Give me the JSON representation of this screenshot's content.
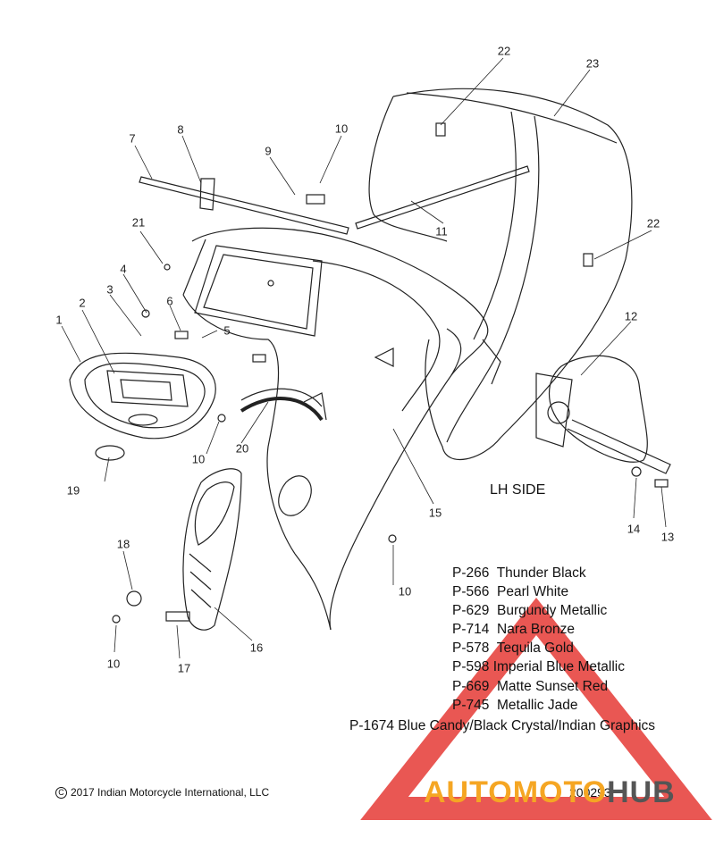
{
  "callouts": [
    {
      "n": "1",
      "name": "callout-1"
    },
    {
      "n": "2",
      "name": "callout-2"
    },
    {
      "n": "3",
      "name": "callout-3"
    },
    {
      "n": "4",
      "name": "callout-4"
    },
    {
      "n": "5",
      "name": "callout-5"
    },
    {
      "n": "6",
      "name": "callout-6"
    },
    {
      "n": "7",
      "name": "callout-7"
    },
    {
      "n": "8",
      "name": "callout-8"
    },
    {
      "n": "9",
      "name": "callout-9"
    },
    {
      "n": "10",
      "name": "callout-10-top"
    },
    {
      "n": "10",
      "name": "callout-10-left"
    },
    {
      "n": "10",
      "name": "callout-10-center"
    },
    {
      "n": "10",
      "name": "callout-10-bottom"
    },
    {
      "n": "11",
      "name": "callout-11"
    },
    {
      "n": "12",
      "name": "callout-12"
    },
    {
      "n": "13",
      "name": "callout-13"
    },
    {
      "n": "14",
      "name": "callout-14"
    },
    {
      "n": "15",
      "name": "callout-15"
    },
    {
      "n": "16",
      "name": "callout-16"
    },
    {
      "n": "17",
      "name": "callout-17"
    },
    {
      "n": "18",
      "name": "callout-18"
    },
    {
      "n": "19",
      "name": "callout-19"
    },
    {
      "n": "20",
      "name": "callout-20"
    },
    {
      "n": "21",
      "name": "callout-21"
    },
    {
      "n": "22",
      "name": "callout-22-top"
    },
    {
      "n": "22",
      "name": "callout-22-right"
    },
    {
      "n": "23",
      "name": "callout-23"
    }
  ],
  "side_label": "LH SIDE",
  "paint_codes": [
    {
      "code": "P-266",
      "name": "Thunder Black"
    },
    {
      "code": "P-566",
      "name": "Pearl White"
    },
    {
      "code": "P-629",
      "name": "Burgundy Metallic"
    },
    {
      "code": "P-714",
      "name": "Nara Bronze"
    },
    {
      "code": "P-578",
      "name": "Tequila Gold"
    },
    {
      "code": "P-598",
      "name": "Imperial Blue Metallic"
    },
    {
      "code": "P-669",
      "name": "Matte Sunset Red"
    },
    {
      "code": "P-745",
      "name": "Metallic Jade"
    },
    {
      "code": "P-1674",
      "name": "Blue Candy/Black Crystal/Indian Graphics"
    }
  ],
  "copyright": "2017 Indian Motorcycle International, LLC",
  "diagram_id": "200293",
  "watermark": {
    "part1": "AUTOMOTO",
    "part2": "HUB",
    "color_primary": "#f5a623",
    "color_secondary": "#555555",
    "triangle_color": "#e53935"
  }
}
